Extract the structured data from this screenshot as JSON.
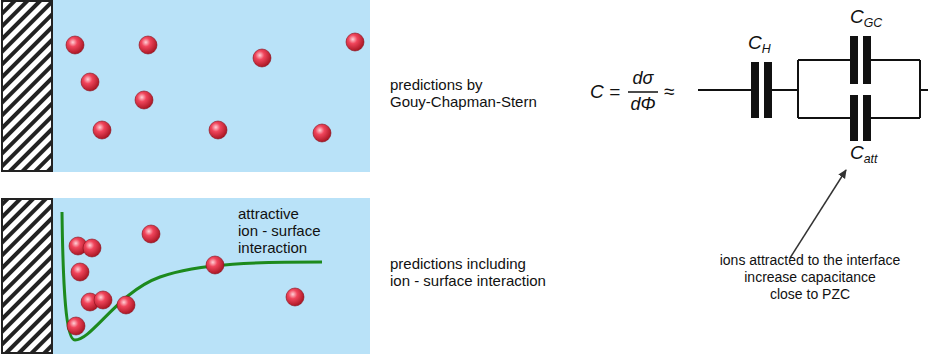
{
  "diagram": {
    "labels": [
      "predictions by",
      "Gouy-Chapman-Stern",
      "attractive",
      "ion - surface",
      "interaction",
      "predictions including",
      "ion - surface interaction",
      "C =",
      "dσ",
      "dΦ",
      "≈",
      "CH",
      "CGC",
      "Catt",
      "ions attracted to the interface",
      "increase capacitance",
      "close to PZC"
    ]
  }
}
